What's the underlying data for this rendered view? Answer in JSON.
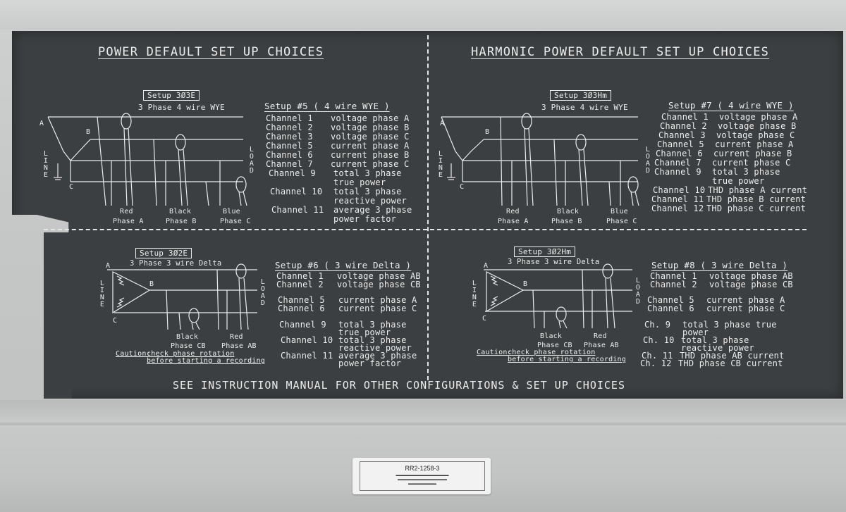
{
  "top_left": {
    "heading": "POWER DEFAULT SET UP CHOICES",
    "setup_box": "Setup 3Ø3E",
    "subtitle": "3 Phase 4 wire WYE",
    "node_a": "A",
    "node_b": "B",
    "node_c": "C",
    "line_label": "LINE",
    "load_label": "LOAD",
    "color_labels": [
      "Red",
      "Black",
      "Blue"
    ],
    "phase_labels": [
      "Phase A",
      "Phase B",
      "Phase C"
    ],
    "setup_title": "Setup #5 ( 4 wire WYE )",
    "channels": [
      [
        "Channel 1",
        "voltage phase A"
      ],
      [
        "Channel 2",
        "voltage phase B"
      ],
      [
        "Channel 3",
        "voltage phase C"
      ],
      [
        "Channel 5",
        "current phase A"
      ],
      [
        "Channel 6",
        "current phase B"
      ],
      [
        "Channel 7",
        "current phase C"
      ],
      [
        "Channel 9",
        "total 3 phase"
      ],
      [
        "",
        "true power"
      ],
      [
        "Channel 10",
        "total 3 phase"
      ],
      [
        "",
        "reactive power"
      ],
      [
        "Channel 11",
        "average 3 phase"
      ],
      [
        "",
        "power factor"
      ]
    ]
  },
  "top_right": {
    "heading": "HARMONIC POWER DEFAULT SET UP CHOICES",
    "setup_box": "Setup 3Ø3Hm",
    "subtitle": "3 Phase 4 wire WYE",
    "node_a": "A",
    "node_b": "B",
    "node_c": "C",
    "line_label": "LINE",
    "load_label": "LOAD",
    "color_labels": [
      "Red",
      "Black",
      "Blue"
    ],
    "phase_labels": [
      "Phase A",
      "Phase B",
      "Phase C"
    ],
    "setup_title": "Setup #7 ( 4 wire WYE )",
    "channels": [
      [
        "Channel 1",
        "voltage phase A"
      ],
      [
        "Channel 2",
        "voltage phase B"
      ],
      [
        "Channel 3",
        "voltage phase C"
      ],
      [
        "Channel 5",
        "current phase A"
      ],
      [
        "Channel 6",
        "current phase B"
      ],
      [
        "Channel 7",
        "current phase C"
      ],
      [
        "Channel 9",
        "total 3 phase"
      ],
      [
        "",
        "true power"
      ],
      [
        "Channel 10",
        "THD phase A current"
      ],
      [
        "Channel 11",
        "THD phase B current"
      ],
      [
        "Channel 12",
        "THD phase C current"
      ]
    ]
  },
  "bottom_left": {
    "setup_box": "Setup 3Ø2E",
    "subtitle": "3 Phase 3 wire Delta",
    "node_a": "A",
    "node_b": "B",
    "node_c": "C",
    "line_label": "LINE",
    "load_label": "LOAD",
    "color_labels": [
      "Black",
      "Red"
    ],
    "phase_labels": [
      "Phase CB",
      "Phase AB"
    ],
    "caution": "Caution:",
    "caution_text_1": "check phase rotation",
    "caution_text_2": "before starting a recording",
    "setup_title": "Setup #6 ( 3 wire Delta )",
    "channels": [
      [
        "Channel 1",
        "voltage phase AB"
      ],
      [
        "Channel 2",
        "voltage phase CB"
      ],
      [
        "Channel 5",
        "current phase A"
      ],
      [
        "Channel 6",
        "current phase C"
      ],
      [
        "Channel 9",
        "total 3 phase"
      ],
      [
        "",
        "true power"
      ],
      [
        "Channel 10",
        "total 3 phase"
      ],
      [
        "",
        "reactive power"
      ],
      [
        "Channel 11",
        "average 3 phase"
      ],
      [
        "",
        "power factor"
      ]
    ]
  },
  "bottom_right": {
    "setup_box": "Setup 3Ø2Hm",
    "subtitle": "3 Phase 3 wire Delta",
    "node_a": "A",
    "node_b": "B",
    "node_c": "C",
    "line_label": "LINE",
    "load_label": "LOAD",
    "color_labels": [
      "Black",
      "Red"
    ],
    "phase_labels": [
      "Phase CB",
      "Phase AB"
    ],
    "caution": "Caution:",
    "caution_text_1": "check phase rotation",
    "caution_text_2": "before starting a recording",
    "setup_title": "Setup #8 ( 3 wire Delta )",
    "channels": [
      [
        "Channel 1",
        "voltage phase AB"
      ],
      [
        "Channel 2",
        "voltage phase CB"
      ],
      [
        "Channel 5",
        "current phase A"
      ],
      [
        "Channel 6",
        "current phase C"
      ],
      [
        "Ch. 9",
        "total 3 phase true"
      ],
      [
        "",
        "power"
      ],
      [
        "Ch. 10",
        "total 3 phase"
      ],
      [
        "",
        "reactive power"
      ],
      [
        "Ch. 11",
        "THD phase AB current"
      ],
      [
        "Ch. 12",
        "THD phase CB current"
      ]
    ]
  },
  "footer": "SEE INSTRUCTION MANUAL FOR OTHER CONFIGURATIONS & SET UP CHOICES",
  "sticker": {
    "code": "RR2-1258-3"
  },
  "colors": {
    "panel": "#3c3f41",
    "ink": "#ececec",
    "case": "#c6c8c8"
  }
}
